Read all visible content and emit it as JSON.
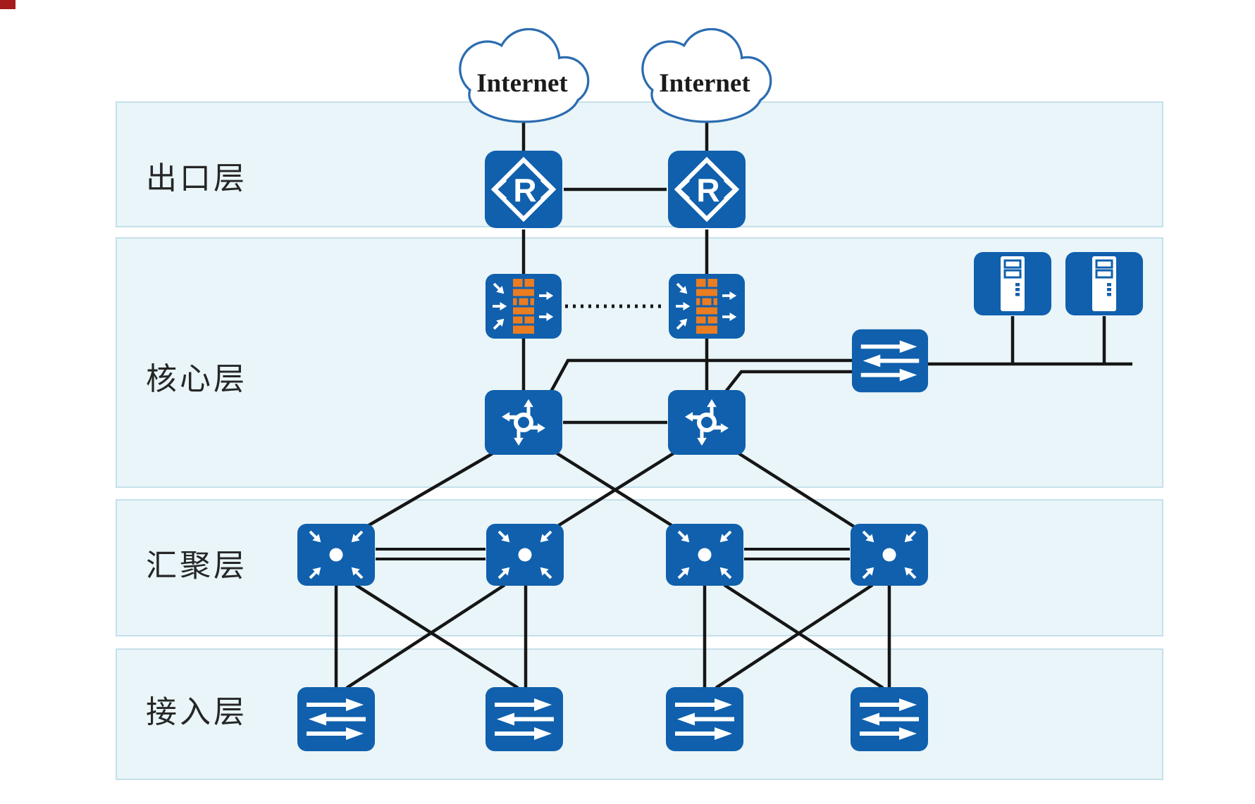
{
  "diagram": {
    "type": "campus-network-topology",
    "clouds": [
      {
        "label": "Internet"
      },
      {
        "label": "Internet"
      }
    ],
    "layers": [
      {
        "id": "egress",
        "label": "出口层"
      },
      {
        "id": "core",
        "label": "核心层"
      },
      {
        "id": "aggregation",
        "label": "汇聚层"
      },
      {
        "id": "access",
        "label": "接入层"
      }
    ],
    "icons": {
      "router_letter": "R",
      "names": [
        "internet-cloud-icon",
        "router-icon",
        "firewall-icon",
        "core-switch-icon",
        "aggregation-switch-icon",
        "access-switch-icon",
        "lan-switch-icon",
        "server-icon"
      ]
    },
    "device_counts": {
      "routers": 2,
      "firewalls": 2,
      "core_switches": 2,
      "aggregation_switches": 4,
      "access_switches": 4,
      "lan_switches": 1,
      "servers": 2
    }
  },
  "colors": {
    "icon-blue": "#1060ad",
    "line-color": "#161616",
    "band-fill": "#e9f5f8",
    "band-border": "#c5e0ea",
    "brick-orange": "#ea7c22",
    "cloud-stroke": "#2b6cb0",
    "label-color": "#262626",
    "corner-red": "#a51c1c"
  }
}
